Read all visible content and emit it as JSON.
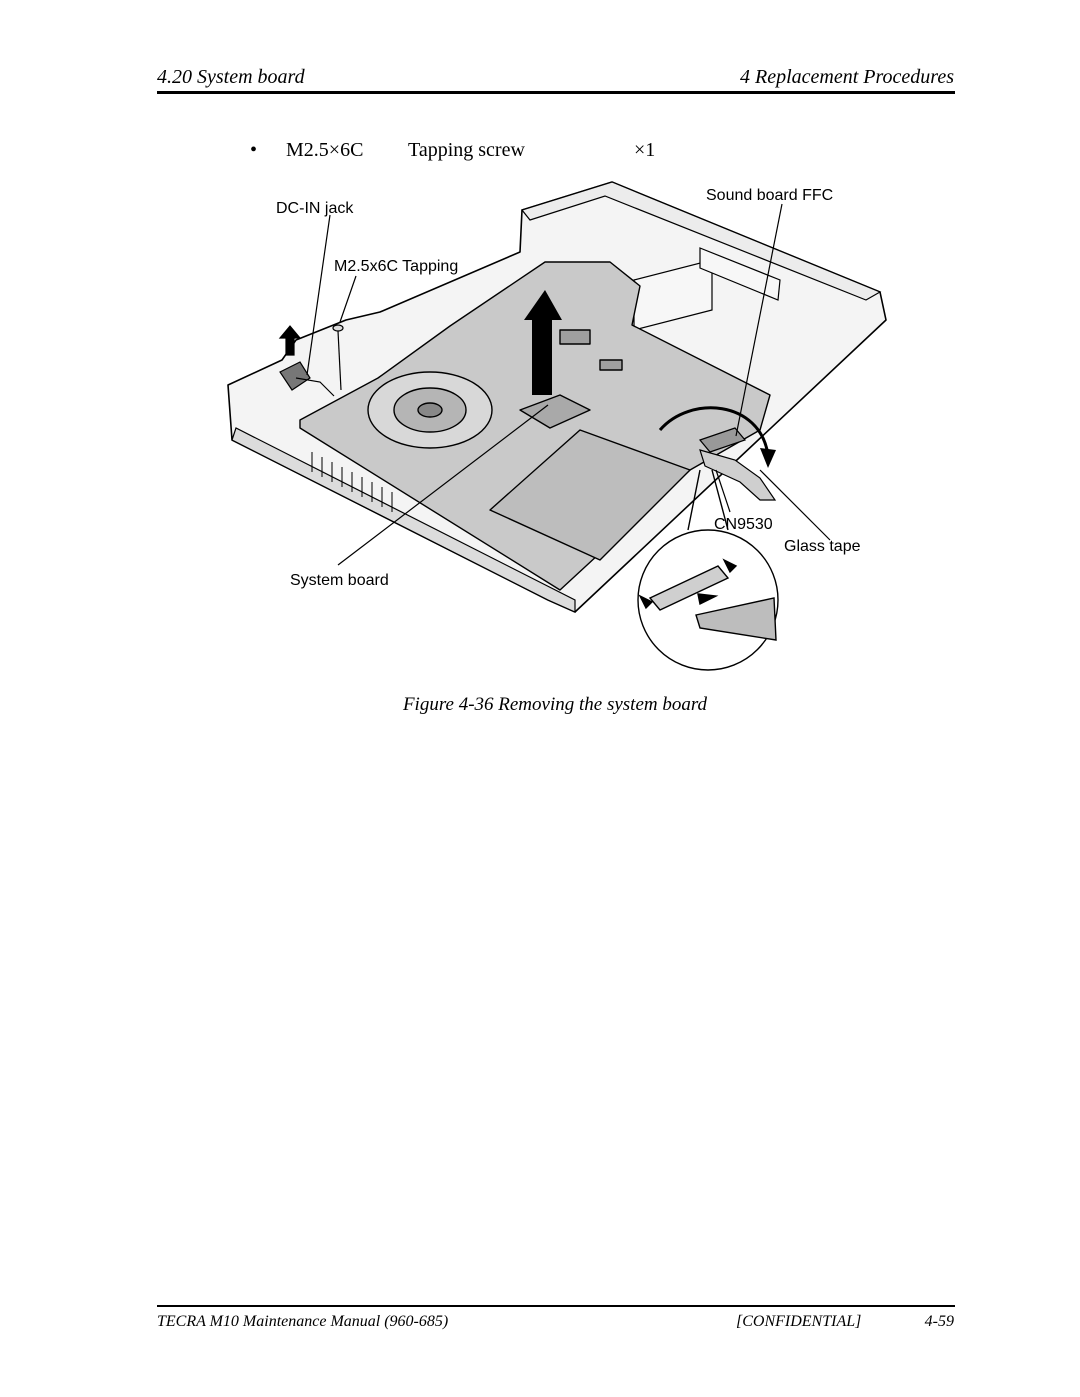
{
  "header": {
    "section": "4.20 System board",
    "chapter": "4 Replacement Procedures"
  },
  "bullet": {
    "symbol": "•",
    "code": "M2.5×6C",
    "type": "Tapping screw",
    "quantity": "×1"
  },
  "figure": {
    "labels": {
      "dc_in_jack": "DC-IN jack",
      "screw": "M2.5x6C Tapping",
      "sound_board_ffc": "Sound board FFC",
      "connector": "CN9530",
      "glass_tape": "Glass tape",
      "system_board": "System board"
    },
    "caption": "Figure 4-36  Removing the system board"
  },
  "footer": {
    "manual": "TECRA M10 Maintenance Manual (960-685)",
    "confidential": "[CONFIDENTIAL]",
    "page": "4-59"
  }
}
